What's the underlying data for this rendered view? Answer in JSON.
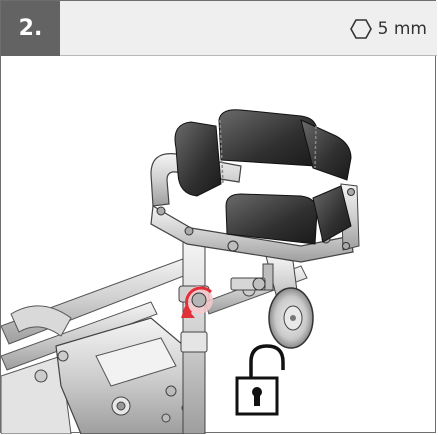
{
  "header": {
    "step_number": "2.",
    "tool_icon": "hexagon-icon",
    "tool_size": "5 mm"
  },
  "illustration": {
    "subject": "wheelchair-leg-support",
    "rotation_arrow_color": "#e0303a",
    "lock_state_icon": "unlocked-padlock-icon"
  },
  "colors": {
    "step_badge": "#636363",
    "header_bg": "#efefef",
    "frame": "#6e6e6e",
    "arrow": "#e0303a"
  }
}
